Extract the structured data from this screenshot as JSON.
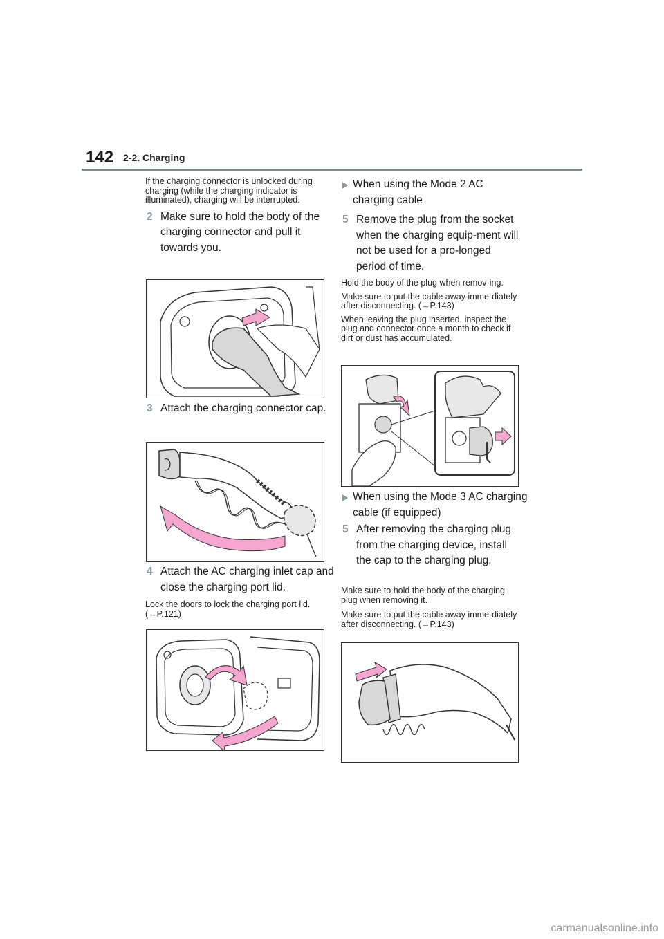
{
  "header": {
    "page_number": "142",
    "section": "2-2. Charging"
  },
  "left": {
    "note_unlocked": "If the charging connector is unlocked during charging (while the charging indicator is illuminated), charging will be interrupted.",
    "step2": {
      "num": "2",
      "text": "Make sure to hold the body of the charging connector and pull it towards you."
    },
    "step3": {
      "num": "3",
      "text": "Attach the charging connector cap."
    },
    "step4": {
      "num": "4",
      "text": "Attach the AC charging inlet cap and close the charging port lid."
    },
    "note_lock": "Lock the doors to lock the charging port lid. (→P.121)"
  },
  "right": {
    "mode2_heading": "When using the Mode 2 AC charging cable",
    "step5a": {
      "num": "5",
      "text": "Remove the plug from the socket when the charging equip-ment will not be used for a pro-longed period of time."
    },
    "note_hold_plug": "Hold the body of the plug when remov-ing.",
    "note_put_away_1": "Make sure to put the cable away imme-diately after disconnecting. (→P.143)",
    "note_inspect": "When leaving the plug inserted, inspect the plug and connector once a month to check if dirt or dust has accumulated.",
    "mode3_heading": "When using the Mode 3 AC charging cable (if equipped)",
    "step5b": {
      "num": "5",
      "text": "After removing the charging plug from the charging device, install the cap to the charging plug."
    },
    "note_hold_body": "Make sure to hold the body of the charging plug when removing it.",
    "note_put_away_2": "Make sure to put the cable away imme-diately after disconnecting. (→P.143)"
  },
  "colors": {
    "arrow_pink": "#f4a6cf",
    "rule": "#7d8a8a",
    "step_number": "#8a9aa0"
  },
  "watermark": "carmanualsonline.info"
}
